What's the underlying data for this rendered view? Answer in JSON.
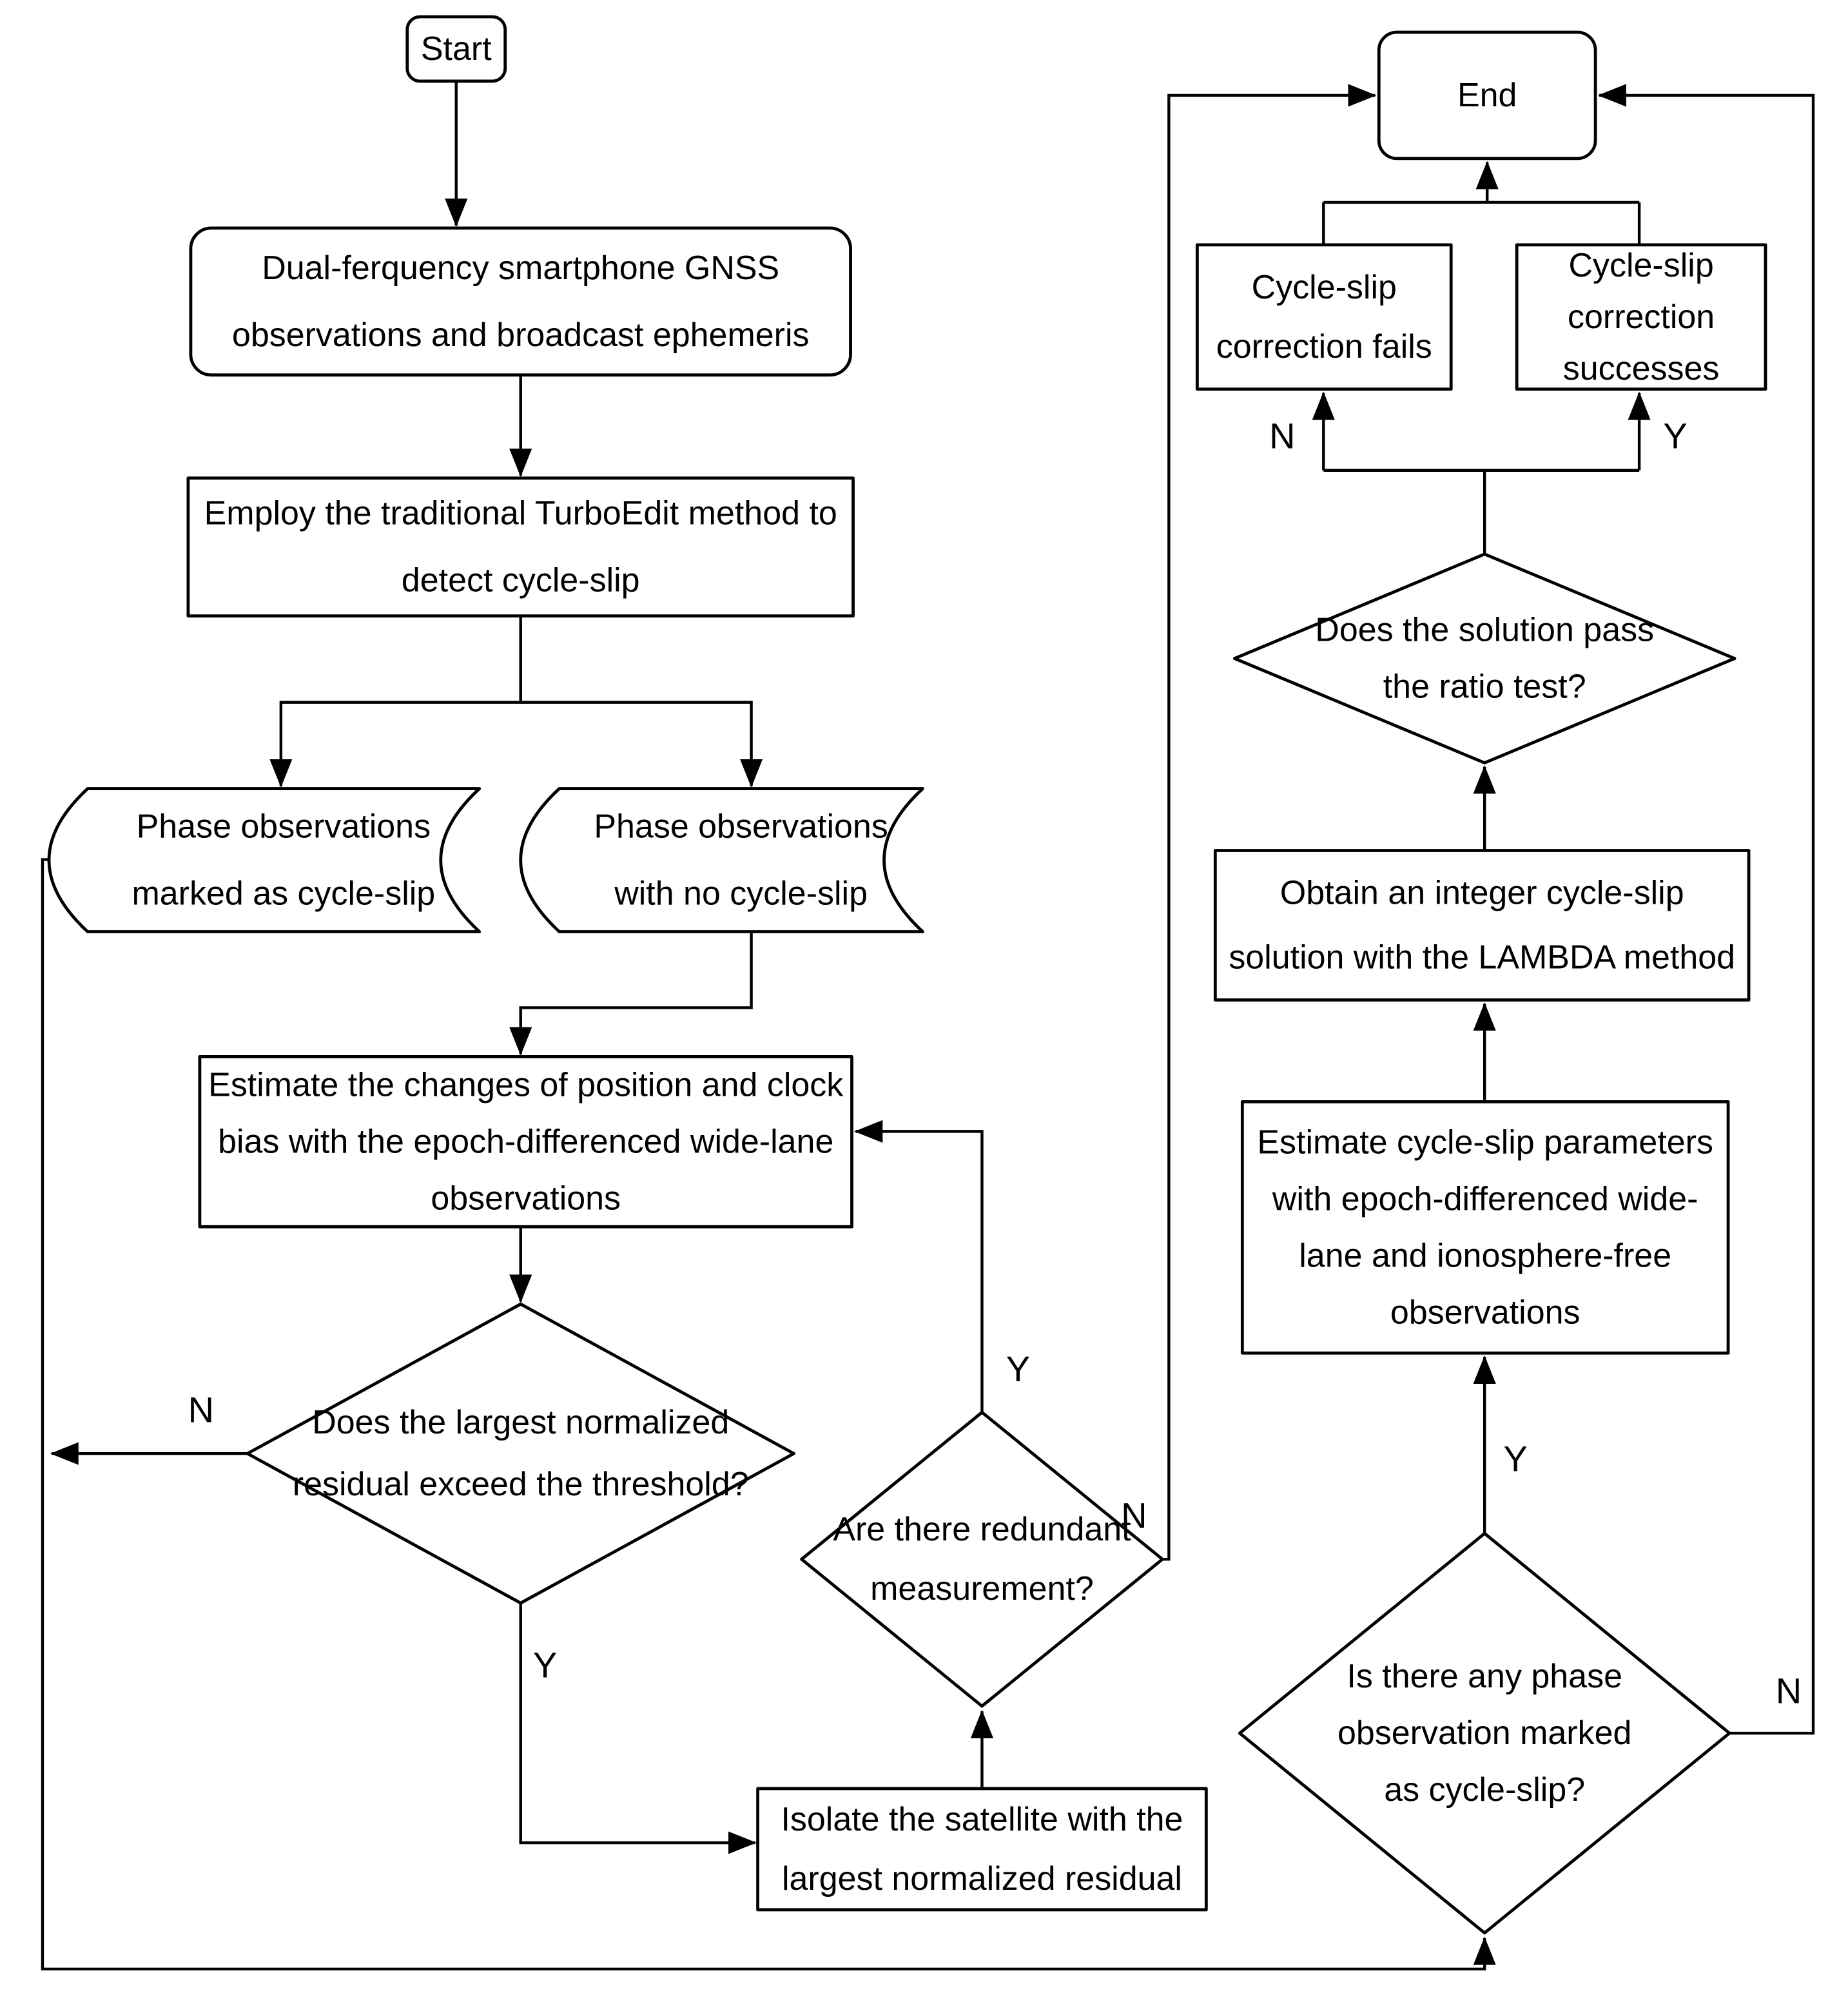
{
  "diagram": {
    "type": "flowchart",
    "colors": {
      "background": "#ffffff",
      "node_fill": "#ffffff",
      "line_stroke": "#000000",
      "text": "#000000"
    },
    "nodes": [
      {
        "id": "start",
        "shape": "rounded-rect",
        "role": "terminator",
        "lines": [
          "Start"
        ]
      },
      {
        "id": "dualfreq",
        "shape": "rounded-rect",
        "role": "process",
        "lines": [
          "Dual-ferquency smartphone GNSS",
          "observations and broadcast ephemeris"
        ]
      },
      {
        "id": "turboedit",
        "shape": "rect",
        "role": "process",
        "lines": [
          "Employ the traditional TurboEdit method to",
          "detect cycle-slip"
        ]
      },
      {
        "id": "card_marked",
        "shape": "card",
        "role": "data",
        "lines": [
          "Phase observations",
          "marked as cycle-slip"
        ]
      },
      {
        "id": "card_noslip",
        "shape": "card",
        "role": "data",
        "lines": [
          "Phase observations",
          "with no cycle-slip"
        ]
      },
      {
        "id": "estimate",
        "shape": "rect",
        "role": "process",
        "lines": [
          "Estimate the changes of position and clock",
          "bias with the epoch-differenced wide-lane",
          "observations"
        ]
      },
      {
        "id": "d1",
        "shape": "diamond",
        "role": "decision",
        "lines": [
          "Does the largest normalized",
          "residual exceed the threshold?"
        ]
      },
      {
        "id": "isolate",
        "shape": "rect",
        "role": "process",
        "lines": [
          "Isolate the satellite with the",
          "largest normalized residual"
        ]
      },
      {
        "id": "d2",
        "shape": "diamond",
        "role": "decision",
        "lines": [
          "Are there redundant",
          "measurement?"
        ]
      },
      {
        "id": "d3",
        "shape": "diamond",
        "role": "decision",
        "lines": [
          "Is there any phase",
          "observation marked",
          "as cycle-slip?"
        ]
      },
      {
        "id": "params",
        "shape": "rect",
        "role": "process",
        "lines": [
          "Estimate cycle-slip parameters",
          "with epoch-differenced wide-",
          "lane and ionosphere-free",
          "observations"
        ]
      },
      {
        "id": "lambda",
        "shape": "rect",
        "role": "process",
        "lines": [
          "Obtain an integer cycle-slip",
          "solution with the LAMBDA method"
        ]
      },
      {
        "id": "dratio",
        "shape": "diamond",
        "role": "decision",
        "lines": [
          "Does the solution pass",
          "the ratio test?"
        ]
      },
      {
        "id": "fails",
        "shape": "rect",
        "role": "process",
        "lines": [
          "Cycle-slip",
          "correction fails"
        ]
      },
      {
        "id": "success",
        "shape": "rect",
        "role": "process",
        "lines": [
          "Cycle-slip",
          "correction",
          "successes"
        ]
      },
      {
        "id": "end",
        "shape": "rounded-rect",
        "role": "terminator",
        "lines": [
          "End"
        ]
      }
    ],
    "edges": [
      {
        "id": "e_start_dual",
        "from": "start",
        "to": "dualfreq",
        "label": ""
      },
      {
        "id": "e_dual_turbo",
        "from": "dualfreq",
        "to": "turboedit",
        "label": ""
      },
      {
        "id": "e_turbo_marked",
        "from": "turboedit",
        "to": "card_marked",
        "label": ""
      },
      {
        "id": "e_turbo_noslip",
        "from": "turboedit",
        "to": "card_noslip",
        "label": ""
      },
      {
        "id": "e_marked_d3",
        "from": "card_marked",
        "to": "d3",
        "label": ""
      },
      {
        "id": "e_d1_n",
        "from": "d1",
        "to": "left-feedback-line",
        "label": "N"
      },
      {
        "id": "e_noslip_est",
        "from": "card_noslip",
        "to": "estimate",
        "label": ""
      },
      {
        "id": "e_est_d1",
        "from": "estimate",
        "to": "d1",
        "label": ""
      },
      {
        "id": "e_d1_isolate",
        "from": "d1",
        "to": "isolate",
        "label": "Y"
      },
      {
        "id": "e_isolate_d2",
        "from": "isolate",
        "to": "d2",
        "label": ""
      },
      {
        "id": "e_d2_est",
        "from": "d2",
        "to": "estimate",
        "label": "Y"
      },
      {
        "id": "e_d2_end",
        "from": "d2",
        "to": "end",
        "label": "N"
      },
      {
        "id": "e_d3_params",
        "from": "d3",
        "to": "params",
        "label": "Y"
      },
      {
        "id": "e_d3_end",
        "from": "d3",
        "to": "end",
        "label": "N"
      },
      {
        "id": "e_params_lambda",
        "from": "params",
        "to": "lambda",
        "label": ""
      },
      {
        "id": "e_lambda_dratio",
        "from": "lambda",
        "to": "dratio",
        "label": ""
      },
      {
        "id": "e_dratio_stem",
        "from": "dratio",
        "to": "split-connector",
        "label": ""
      },
      {
        "id": "e_connector_bar",
        "from": "split-connector",
        "to": "split-connector",
        "label": ""
      },
      {
        "id": "e_fails_in",
        "from": "split-connector",
        "to": "fails",
        "label": "N"
      },
      {
        "id": "e_success_in",
        "from": "split-connector",
        "to": "success",
        "label": "Y"
      },
      {
        "id": "e_fails_up",
        "from": "fails",
        "to": "join-connector",
        "label": ""
      },
      {
        "id": "e_success_up",
        "from": "success",
        "to": "join-connector",
        "label": ""
      },
      {
        "id": "e_join_bar",
        "from": "join-connector",
        "to": "join-connector",
        "label": ""
      },
      {
        "id": "e_end_in",
        "from": "join-connector",
        "to": "end",
        "label": ""
      }
    ]
  }
}
